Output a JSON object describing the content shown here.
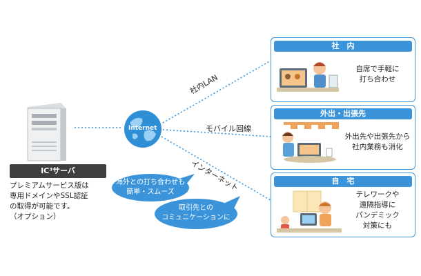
{
  "server": {
    "label": "IC³サーバ",
    "description": [
      "プレミアムサービス版は",
      "専用ドメインやSSL認証",
      "の取得が可能です。",
      "（オプション）"
    ]
  },
  "globe": {
    "label": "Internet"
  },
  "connections": {
    "lan": "社内LAN",
    "mobile": "モバイル回線",
    "internet": "インターネット"
  },
  "bubbles": [
    {
      "lines": [
        "海外との打ち合わせも",
        "簡単・スムーズ"
      ]
    },
    {
      "lines": [
        "取引先との",
        "コミュニケーションに"
      ]
    }
  ],
  "panels": [
    {
      "title": "社　内",
      "lines": [
        "自席で手軽に",
        "打ち合わせ"
      ]
    },
    {
      "title": "外出・出張先",
      "lines": [
        "外出先や出張先から",
        "社内業務も消化"
      ]
    },
    {
      "title": "自　宅",
      "lines": [
        "テレワークや",
        "遠隔指導に",
        "パンデミック",
        "対策にも"
      ]
    }
  ],
  "colors": {
    "accent": "#3b94d9",
    "bubble": "#3b94d9",
    "server_label": "#3e3e3e"
  }
}
